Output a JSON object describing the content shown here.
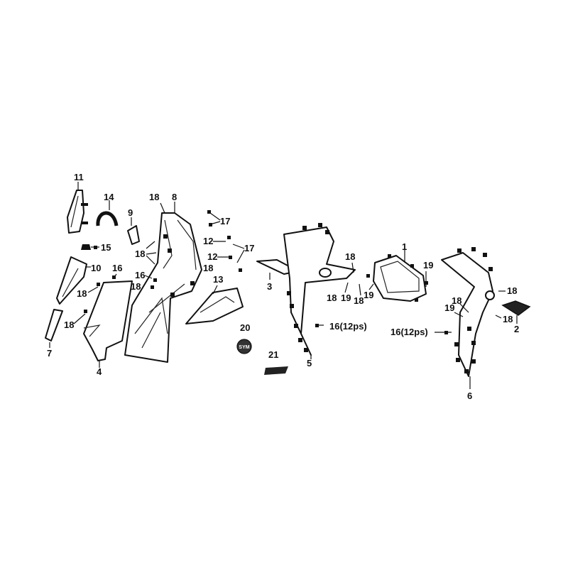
{
  "diagram": {
    "callouts": {
      "p1": "1",
      "p2": "2",
      "p3": "3",
      "p4": "4",
      "p5": "5",
      "p6": "6",
      "p7": "7",
      "p8": "8",
      "p9": "9",
      "p10": "10",
      "p11": "11",
      "p12a": "12",
      "p12b": "12",
      "p13": "13",
      "p14": "14",
      "p15": "15",
      "p16a": "16",
      "p16b": "16",
      "p16c": "16(12ps)",
      "p16d": "16(12ps)",
      "p17a": "17",
      "p17b": "17",
      "p18a": "18",
      "p18b": "18",
      "p18c": "18",
      "p18d": "18",
      "p18e": "18",
      "p18f": "18",
      "p18g": "18",
      "p18h": "18",
      "p18i": "18",
      "p18j": "18",
      "p18k": "18",
      "p18l": "18",
      "p19a": "19",
      "p19b": "19",
      "p19c": "19",
      "p19d": "19",
      "p20": "20",
      "p21": "21"
    },
    "emblem_text": "SYM"
  }
}
